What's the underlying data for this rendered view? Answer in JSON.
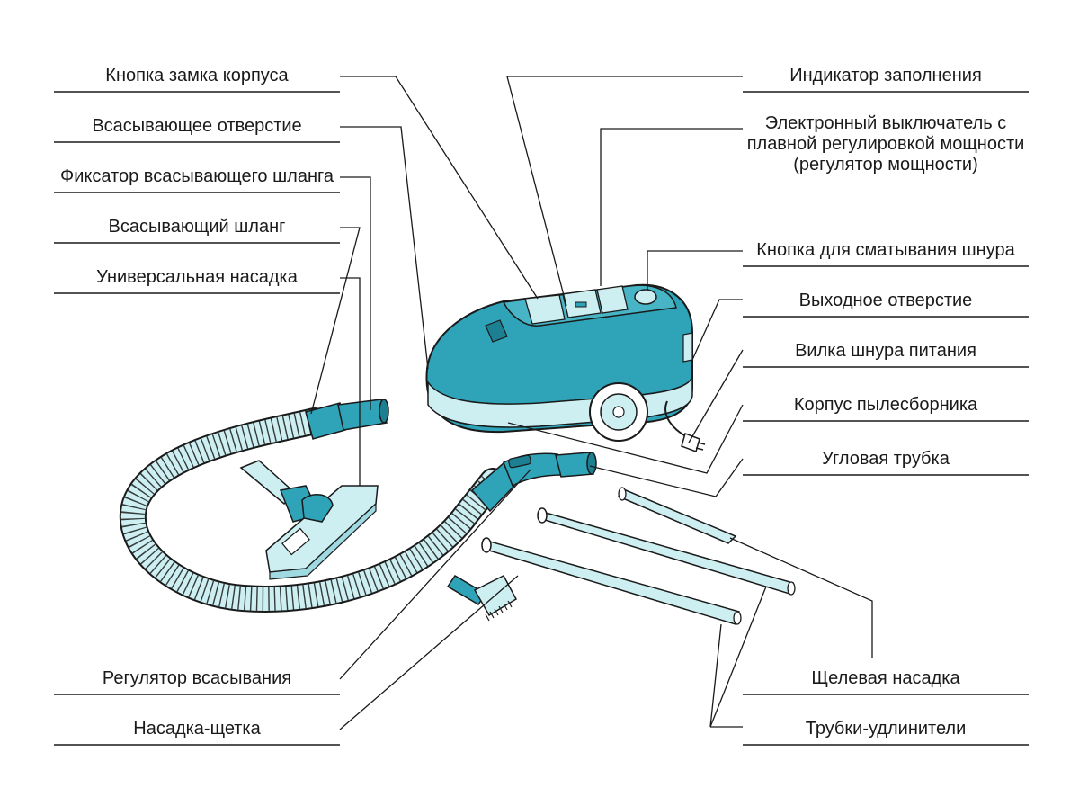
{
  "colors": {
    "accent": "#2fa3b8",
    "accent_dark": "#1d7f92",
    "light": "#cdeff2",
    "line": "#1a1a1a"
  },
  "labels": {
    "case_lock_button": "Кнопка замка корпуса",
    "suction_inlet": "Всасывающее отверстие",
    "hose_clamp": "Фиксатор всасывающего шланга",
    "suction_hose": "Всасывающий шланг",
    "universal_nozzle": "Универсальная насадка",
    "fill_indicator": "Индикатор заполнения",
    "power_switch": "Электронный выключатель с плавной регулировкой мощности (регулятор мощности)",
    "cord_rewind_button": "Кнопка для сматывания шнура",
    "outlet": "Выходное отверстие",
    "power_plug": "Вилка шнура питания",
    "dust_container": "Корпус пылесборника",
    "angle_tube": "Угловая трубка",
    "suction_regulator": "Регулятор всасывания",
    "brush_nozzle": "Насадка-щетка",
    "crevice_nozzle": "Щелевая насадка",
    "extension_tubes": "Трубки-удлинители"
  },
  "icons": [
    "vacuum-body-icon",
    "hose-icon",
    "floor-nozzle-icon",
    "brush-nozzle-icon",
    "extension-tube-icon",
    "crevice-nozzle-icon",
    "power-plug-icon"
  ]
}
